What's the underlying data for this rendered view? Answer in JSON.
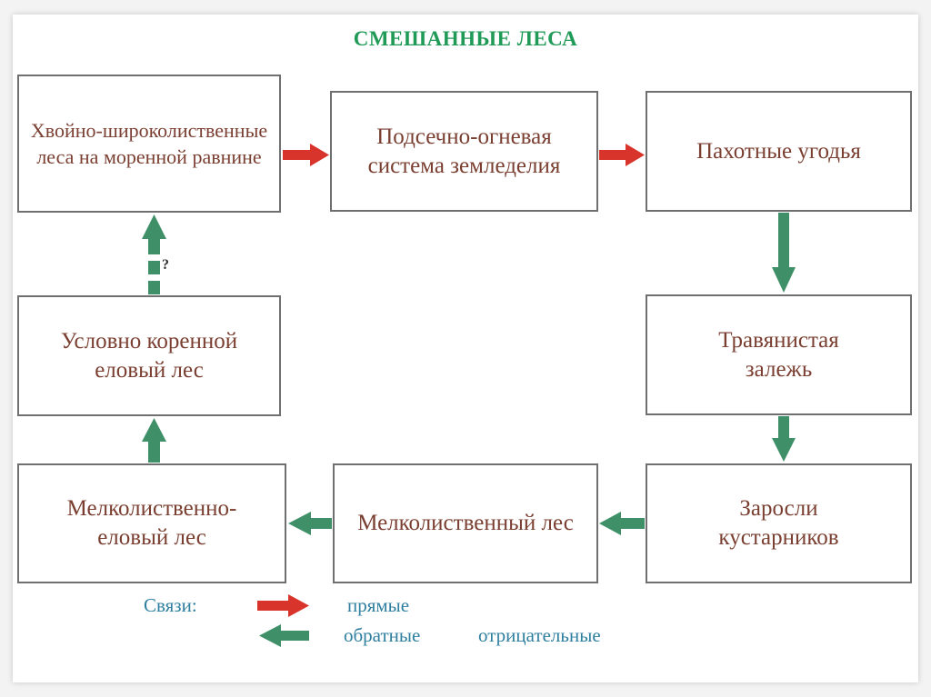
{
  "title": "СМЕШАННЫЕ ЛЕСА",
  "nodes": {
    "mixed_forest": "Хвойно-широколиственные леса на моренной равнине",
    "slash_burn": "Подсечно-огневая система земледелия",
    "arable_land": "Пахотные угодья",
    "grass_fallow": "Травянистая залежь",
    "shrub_thickets": "Заросли кустарников",
    "small_leaf_forest": "Мелколиственный лес",
    "small_leaf_spruce_forest": "Мелколиственно-еловый лес",
    "native_spruce_forest": "Условно коренной еловый лес"
  },
  "question_mark": "?",
  "legend": {
    "title": "Связи:",
    "direct": "прямые",
    "reverse": "обратные",
    "negative": "отрицательные"
  },
  "colors": {
    "title": "#1f9a57",
    "node_text": "#7a3f31",
    "direct_arrow": "#d9342b",
    "reverse_arrow": "#3f9068",
    "legend_text": "#2f7fa0"
  }
}
